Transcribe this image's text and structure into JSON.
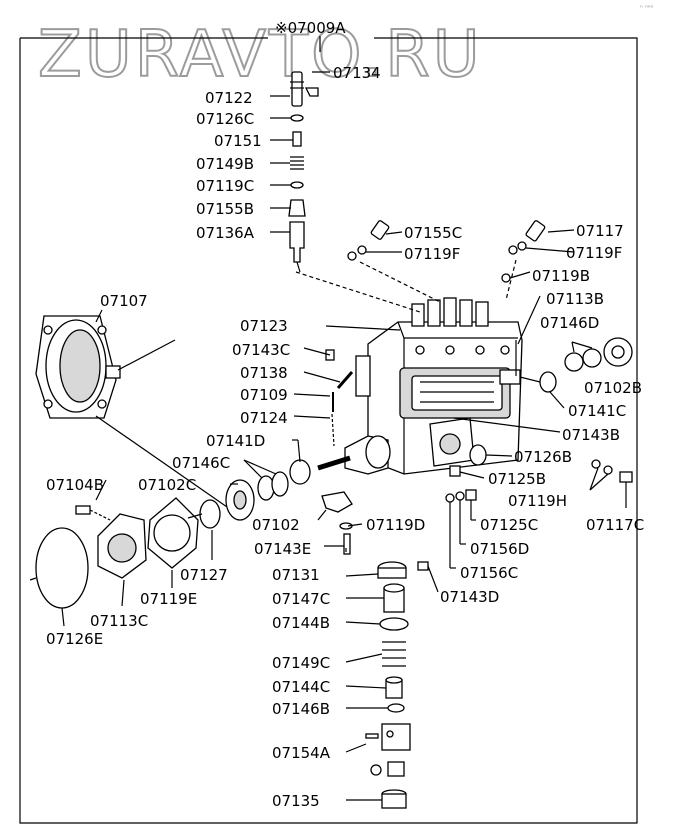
{
  "watermark": "ZURAVTO.RU",
  "corner_mark": "ⁿ ⁿⁿⁿ",
  "header_label": "※07009A",
  "labels": {
    "07134": "07134",
    "07122": "07122",
    "07126C": "07126C",
    "07151": "07151",
    "07149B": "07149B",
    "07119C": "07119C",
    "07155B": "07155B",
    "07136A": "07136A",
    "07155C": "07155C",
    "07119F_a": "07119F",
    "07117": "07117",
    "07119F_b": "07119F",
    "07119B": "07119B",
    "07113B": "07113B",
    "07146D": "07146D",
    "07102B": "07102B",
    "07141C": "07141C",
    "07143B": "07143B",
    "07107": "07107",
    "07123": "07123",
    "07143C": "07143C",
    "07138": "07138",
    "07109": "07109",
    "07124": "07124",
    "07141D": "07141D",
    "07146C": "07146C",
    "07102C": "07102C",
    "07104B": "07104B",
    "07127": "07127",
    "07119E": "07119E",
    "07113C": "07113C",
    "07126E": "07126E",
    "07102": "07102",
    "07119D": "07119D",
    "07143E": "07143E",
    "07126B": "07126B",
    "07125B": "07125B",
    "07119H": "07119H",
    "07117C": "07117C",
    "07125C": "07125C",
    "07156D": "07156D",
    "07156C": "07156C",
    "07131": "07131",
    "07143D": "07143D",
    "07147C": "07147C",
    "07144B": "07144B",
    "07149C": "07149C",
    "07144C": "07144C",
    "07146B": "07146B",
    "07154A": "07154A",
    "07135": "07135"
  }
}
